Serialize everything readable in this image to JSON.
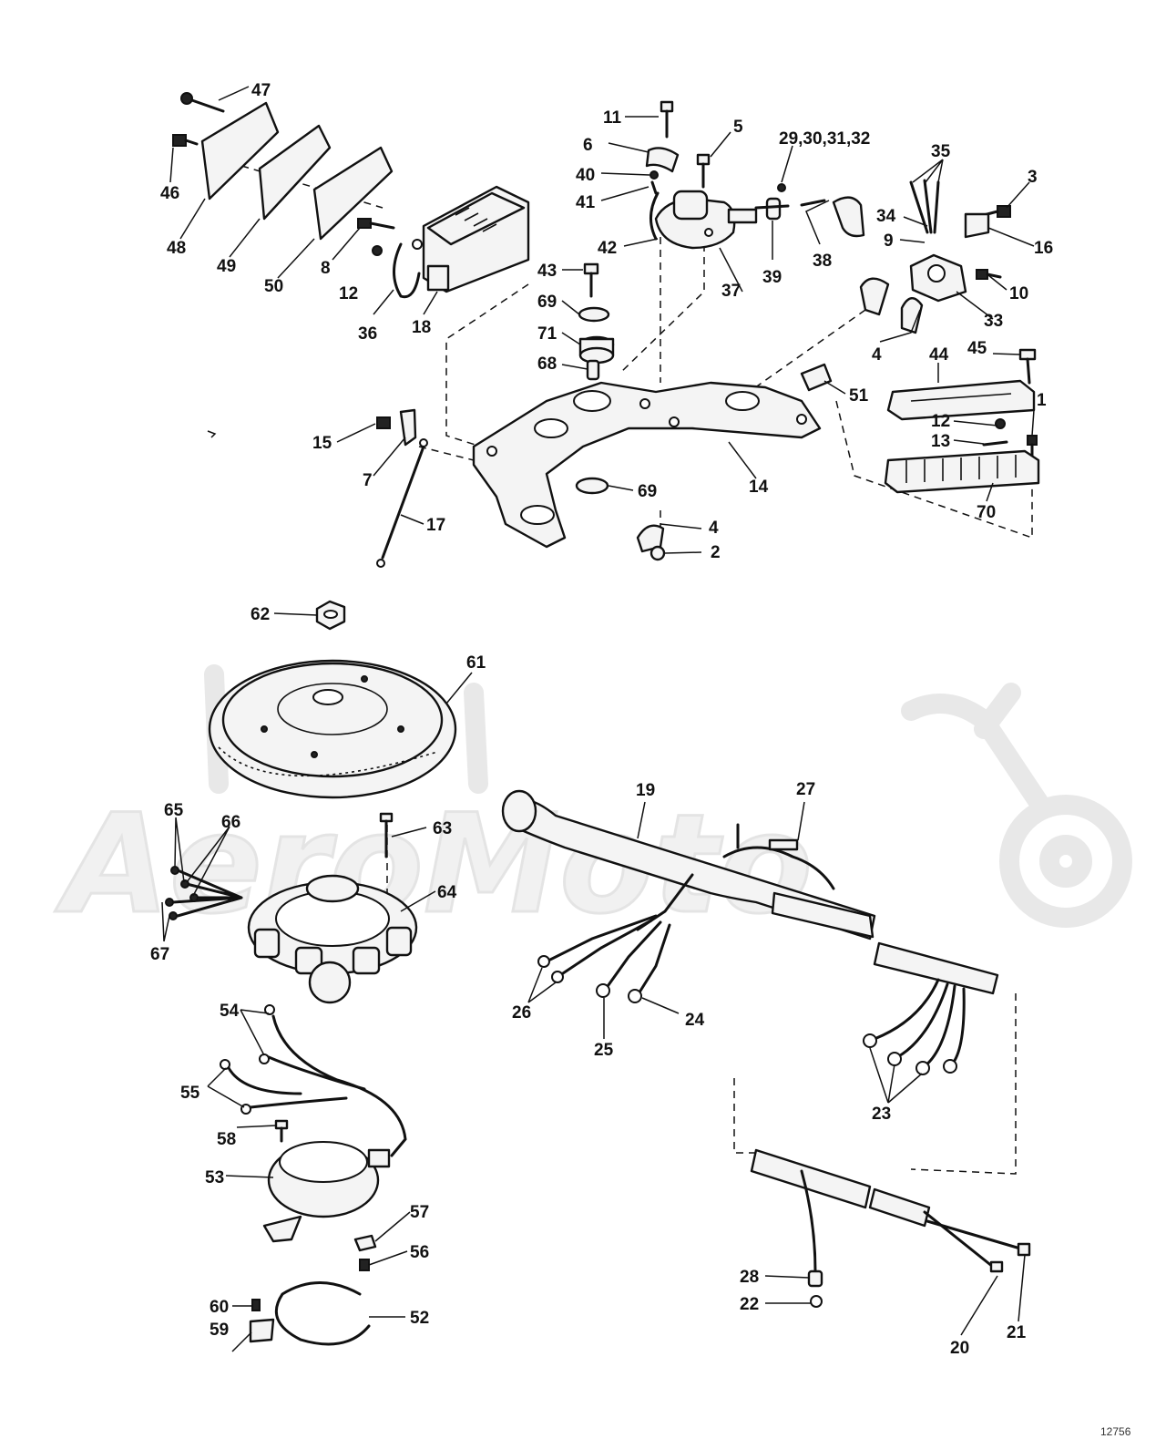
{
  "watermark": {
    "text": "AeroMoto"
  },
  "drawing_number": "12756",
  "callouts": [
    {
      "id": "c1",
      "label": "1"
    },
    {
      "id": "c2",
      "label": "2"
    },
    {
      "id": "c3",
      "label": "3"
    },
    {
      "id": "c4a",
      "label": "4"
    },
    {
      "id": "c4b",
      "label": "4"
    },
    {
      "id": "c5",
      "label": "5"
    },
    {
      "id": "c6",
      "label": "6"
    },
    {
      "id": "c7",
      "label": "7"
    },
    {
      "id": "c8",
      "label": "8"
    },
    {
      "id": "c9",
      "label": "9"
    },
    {
      "id": "c10",
      "label": "10"
    },
    {
      "id": "c11",
      "label": "11"
    },
    {
      "id": "c12a",
      "label": "12"
    },
    {
      "id": "c12b",
      "label": "12"
    },
    {
      "id": "c13",
      "label": "13"
    },
    {
      "id": "c14",
      "label": "14"
    },
    {
      "id": "c15",
      "label": "15"
    },
    {
      "id": "c16",
      "label": "16"
    },
    {
      "id": "c17",
      "label": "17"
    },
    {
      "id": "c18",
      "label": "18"
    },
    {
      "id": "c19",
      "label": "19"
    },
    {
      "id": "c20",
      "label": "20"
    },
    {
      "id": "c21",
      "label": "21"
    },
    {
      "id": "c22",
      "label": "22"
    },
    {
      "id": "c23",
      "label": "23"
    },
    {
      "id": "c24",
      "label": "24"
    },
    {
      "id": "c25",
      "label": "25"
    },
    {
      "id": "c26",
      "label": "26"
    },
    {
      "id": "c27",
      "label": "27"
    },
    {
      "id": "c28",
      "label": "28"
    },
    {
      "id": "c29",
      "label": "29,30,31,32"
    },
    {
      "id": "c33",
      "label": "33"
    },
    {
      "id": "c34",
      "label": "34"
    },
    {
      "id": "c35",
      "label": "35"
    },
    {
      "id": "c36",
      "label": "36"
    },
    {
      "id": "c37",
      "label": "37"
    },
    {
      "id": "c38",
      "label": "38"
    },
    {
      "id": "c39",
      "label": "39"
    },
    {
      "id": "c40",
      "label": "40"
    },
    {
      "id": "c41",
      "label": "41"
    },
    {
      "id": "c42",
      "label": "42"
    },
    {
      "id": "c43",
      "label": "43"
    },
    {
      "id": "c44",
      "label": "44"
    },
    {
      "id": "c45",
      "label": "45"
    },
    {
      "id": "c46",
      "label": "46"
    },
    {
      "id": "c47",
      "label": "47"
    },
    {
      "id": "c48",
      "label": "48"
    },
    {
      "id": "c49",
      "label": "49"
    },
    {
      "id": "c50",
      "label": "50"
    },
    {
      "id": "c51",
      "label": "51"
    },
    {
      "id": "c52",
      "label": "52"
    },
    {
      "id": "c53",
      "label": "53"
    },
    {
      "id": "c54",
      "label": "54"
    },
    {
      "id": "c55",
      "label": "55"
    },
    {
      "id": "c56",
      "label": "56"
    },
    {
      "id": "c57",
      "label": "57"
    },
    {
      "id": "c58",
      "label": "58"
    },
    {
      "id": "c59",
      "label": "59"
    },
    {
      "id": "c60",
      "label": "60"
    },
    {
      "id": "c61",
      "label": "61"
    },
    {
      "id": "c62",
      "label": "62"
    },
    {
      "id": "c63",
      "label": "63"
    },
    {
      "id": "c64",
      "label": "64"
    },
    {
      "id": "c65",
      "label": "65"
    },
    {
      "id": "c66",
      "label": "66"
    },
    {
      "id": "c67",
      "label": "67"
    },
    {
      "id": "c68",
      "label": "68"
    },
    {
      "id": "c69a",
      "label": "69"
    },
    {
      "id": "c69b",
      "label": "69"
    },
    {
      "id": "c70",
      "label": "70"
    },
    {
      "id": "c71",
      "label": "71"
    }
  ]
}
